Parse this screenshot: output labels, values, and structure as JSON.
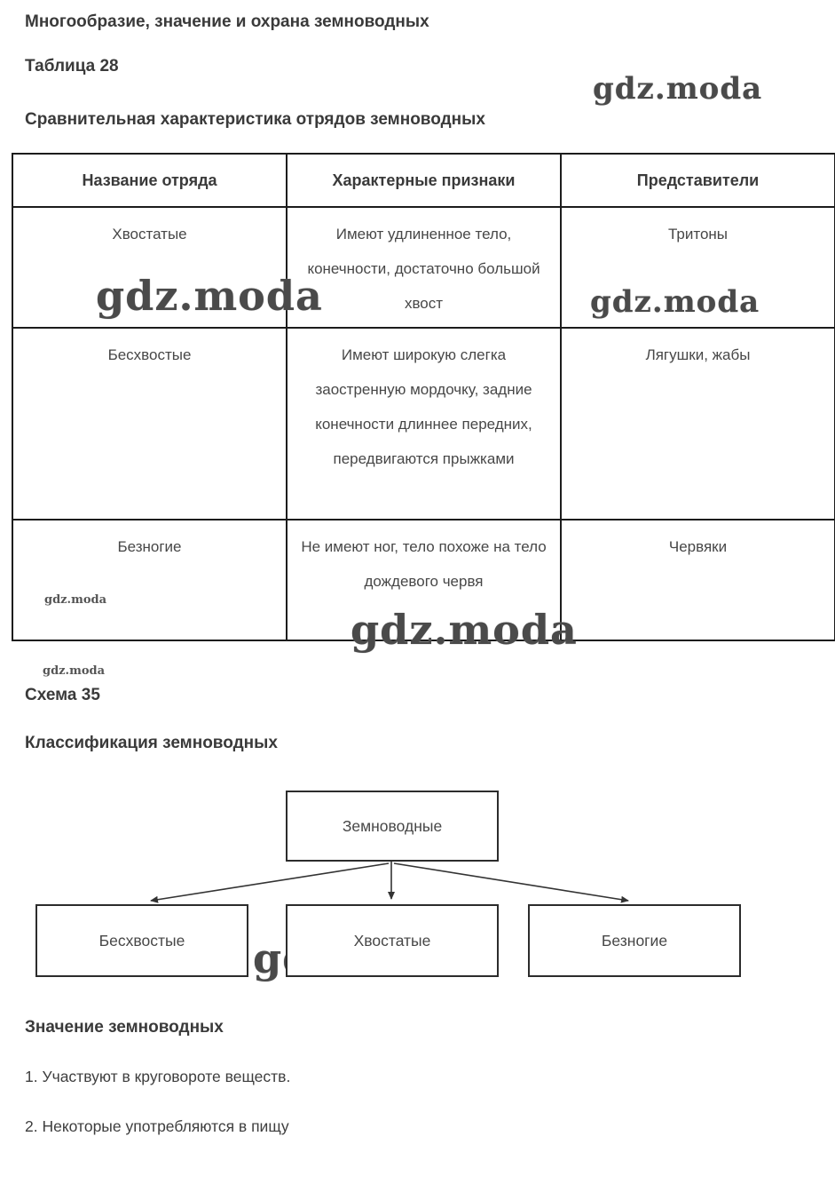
{
  "page": {
    "title": "Многообразие, значение и охрана земноводных",
    "table_label": "Таблица 28",
    "table_title": "Сравнительная характеристика отрядов земноводных",
    "scheme_label": "Схема 35",
    "scheme_title": "Классификация земноводных",
    "significance_title": "Значение земноводных",
    "significance_items": [
      "1. Участвуют в круговороте веществ.",
      "2. Некоторые употребляются в пищу"
    ]
  },
  "watermark": {
    "text": "gdz.moda"
  },
  "table": {
    "headers": [
      "Название отряда",
      "Характерные признаки",
      "Представители"
    ],
    "rows": [
      {
        "name": "Хвостатые",
        "features": "Имеют удлиненное тело, конечности, достаточно большой хвост",
        "representatives": "Тритоны"
      },
      {
        "name": "Бесхвостые",
        "features": "Имеют широкую слегка заостренную мордочку, задние конечности длиннее передних, передвигаются прыжками",
        "representatives": "Лягушки, жабы"
      },
      {
        "name": "Безногие",
        "features": "Не имеют ног, тело похоже на тело дождевого червя",
        "representatives": "Червяки"
      }
    ]
  },
  "diagram": {
    "root": "Земноводные",
    "children": [
      "Бесхвостые",
      "Хвостатые",
      "Безногие"
    ]
  }
}
